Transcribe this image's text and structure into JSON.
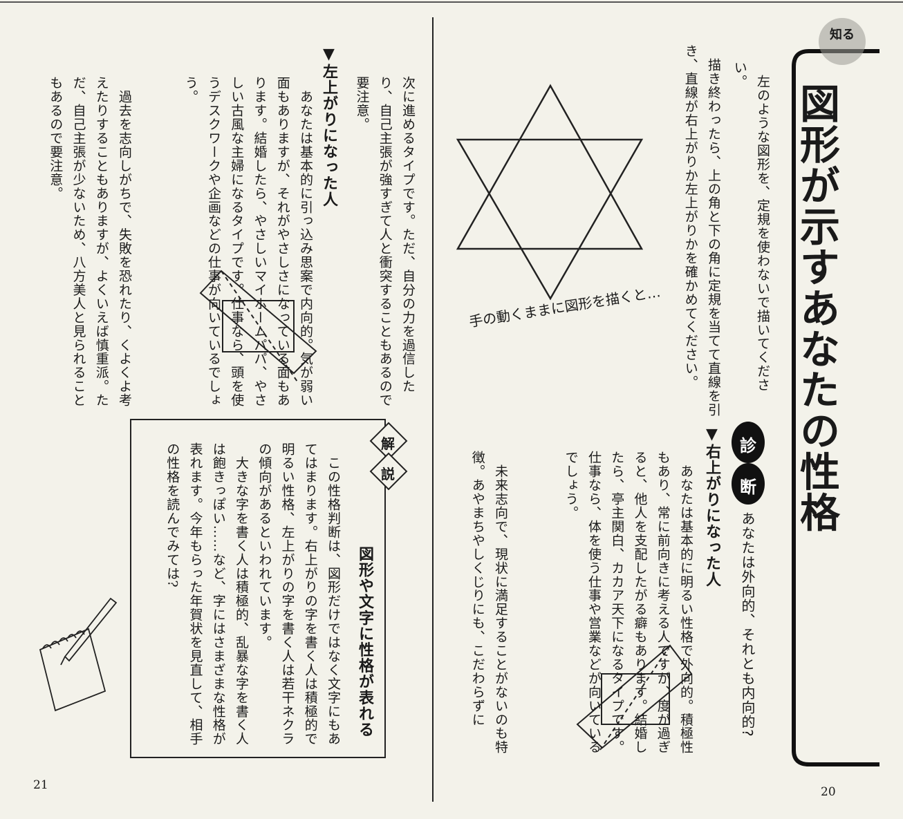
{
  "section_tag": "知る",
  "title": "図形が示すあなたの性格",
  "intro": {
    "p1": "　左のような図形を、定規を使わないで描いてください。",
    "p2": "　描き終わったら、上の角と下の角に定規を当てて直線を引き、直線が右上がりか左上がりかを確かめてください。"
  },
  "caption": "手の動くままに図形を描くと…",
  "diagnosis": {
    "badge": [
      "診",
      "断"
    ],
    "lead": "あなたは外向的、それとも内向的?",
    "right_up": {
      "heading": "▼右上がりになった人",
      "col1": "　あなたは基本的に明るい性格で外向的。積極性もあり、常に前向きに考える人ですが、度が過ぎると、他人を支配したがる癖もあります。結婚したら、亭主関白、カカア天下になるタイプです。仕事なら、体を使う仕事や営業などが向いているでしょう。",
      "col2": "　未来志向で、現状に満足することがないのも特徴。あやまちやしくじりにも、こだわらずに"
    },
    "left_cont": "次に進めるタイプです。ただ、自分の力を過信したり、自己主張が強すぎて人と衝突することもあるので要注意。",
    "left_up": {
      "heading": "▼左上がりになった人",
      "col1": "　あなたは基本的に引っ込み思案で内向的。気が弱い面もありますが、それがやさしさになっている面もあります。結婚したら、やさしいマイホームパパ、やさしい古風な主婦になるタイプです。仕事なら、頭を使うデスクワークや企画などの仕事が向いているでしょう。",
      "col2": "　過去を志向しがちで、失敗を恐れたり、くよくよ考えたりすることもありますが、よくいえば慎重派。ただ、自己主張が少ないため、八方美人と見られることもあるので要注意。"
    }
  },
  "kaisetsu": {
    "badge": [
      "解",
      "説"
    ],
    "title": "図形や文字に性格が表れる",
    "body": "　この性格判断は、図形だけではなく文字にもあてはまります。右上がりの字を書く人は積極的で明るい性格、左上がりの字を書く人は若干ネクラの傾向があるといわれています。\n　大きな字を書く人は積極的、乱暴な字を書く人は飽きっぽい……など、字にはさまざまな性格が表れます。今年もらった年賀状を見直して、相手の性格を読んでみては?"
  },
  "page_numbers": {
    "left": "21",
    "right": "20"
  },
  "colors": {
    "paper": "#f3f2ea",
    "ink": "#1a1a1a",
    "tab_gray": "#9a9a94"
  }
}
